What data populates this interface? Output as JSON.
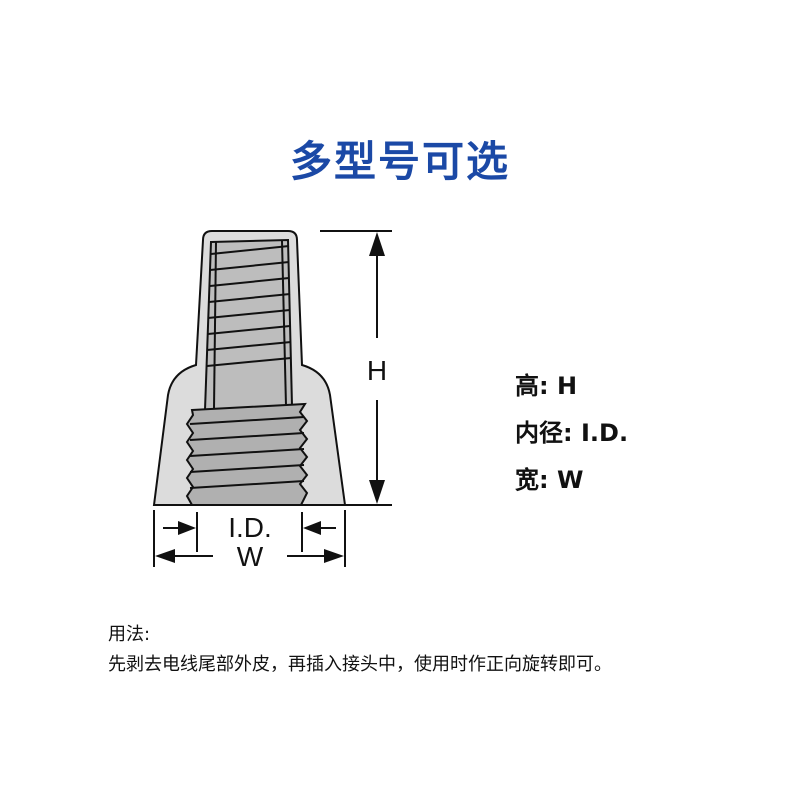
{
  "title": "多型号可选",
  "diagram": {
    "height_label": "H",
    "inner_diameter_label": "I.D.",
    "width_label": "W"
  },
  "legend": [
    {
      "label": "高:",
      "value": "H"
    },
    {
      "label": "内径:",
      "value": "I.D."
    },
    {
      "label": "宽:",
      "value": "W"
    }
  ],
  "usage": {
    "heading": "用法:",
    "text": "先剥去电线尾部外皮，再插入接头中，使用时作正向旋转即可。"
  },
  "colors": {
    "title": "#1b49a6",
    "body": "#d9d9d9",
    "thread": "#a9a9a9"
  }
}
